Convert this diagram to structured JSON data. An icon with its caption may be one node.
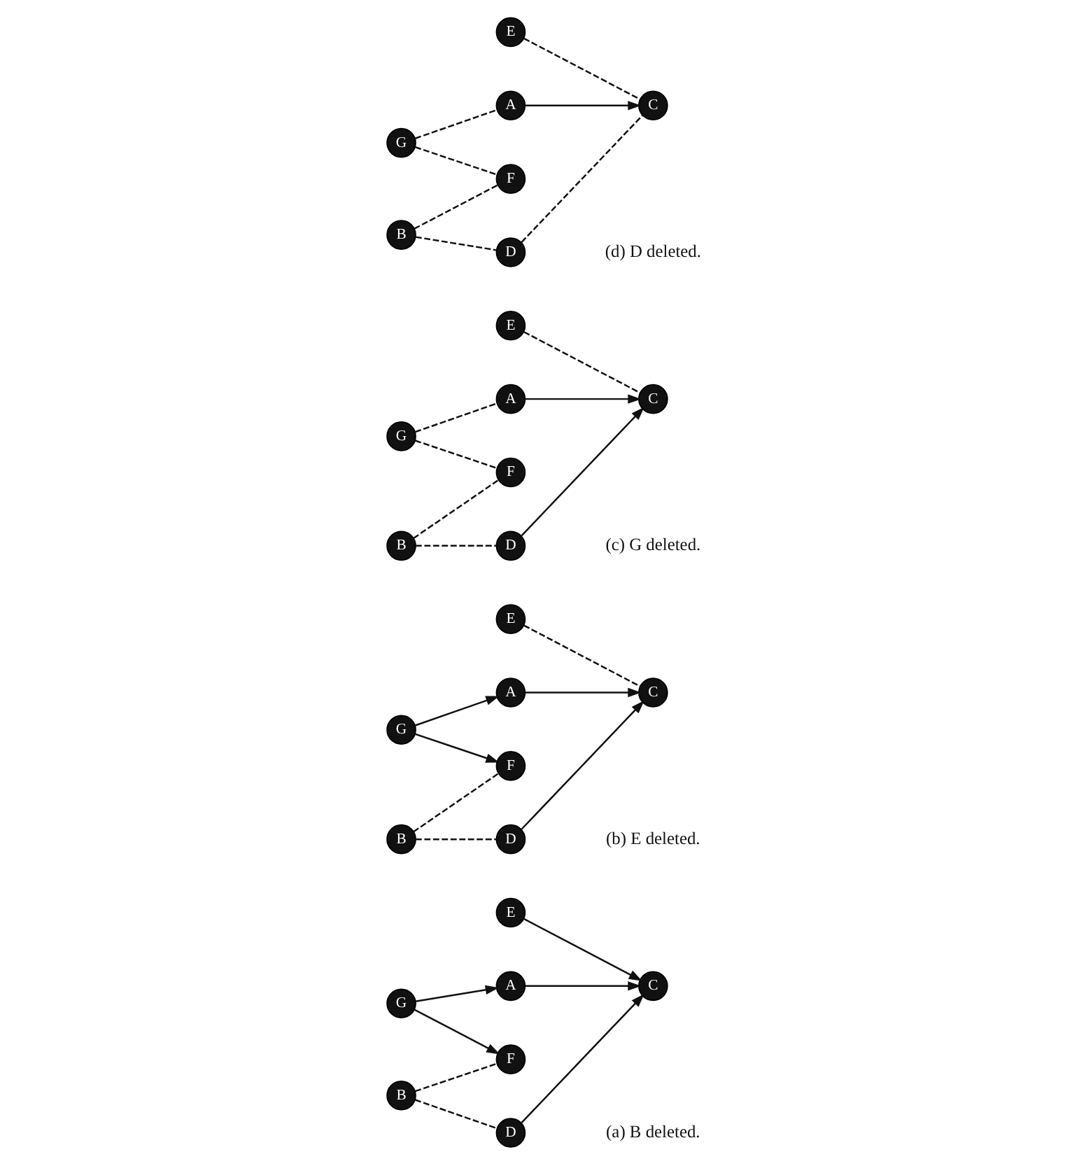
{
  "diagram": {
    "nodes": [
      {
        "text": [
          "A"
        ]
      },
      {
        "text": [
          "G"
        ]
      },
      {
        "text": [
          "F"
        ]
      },
      {
        "text": [
          "E"
        ]
      },
      {
        "text": [
          "C"
        ]
      },
      {
        "text": [
          "B"
        ]
      },
      {
        "text": [
          "D"
        ]
      },
      {
        "text": [
          "A"
        ]
      },
      {
        "text": [
          "G"
        ]
      },
      {
        "text": [
          "F"
        ]
      },
      {
        "text": [
          "E"
        ]
      },
      {
        "text": [
          "C"
        ]
      },
      {
        "text": [
          "B"
        ]
      },
      {
        "text": [
          "D"
        ]
      },
      {
        "text": [
          "A"
        ]
      },
      {
        "text": [
          "G"
        ]
      },
      {
        "text": [
          "F"
        ]
      },
      {
        "text": [
          "E"
        ]
      },
      {
        "text": [
          "C"
        ]
      },
      {
        "text": [
          "B"
        ]
      },
      {
        "text": [
          "D"
        ]
      },
      {
        "text": [
          "A"
        ]
      },
      {
        "text": [
          "G"
        ]
      },
      {
        "text": [
          "F"
        ]
      },
      {
        "text": [
          "E"
        ]
      },
      {
        "text": [
          "C"
        ]
      },
      {
        "text": [
          "B"
        ]
      },
      {
        "text": [
          "D"
        ]
      }
    ],
    "edges": [
      {
        "from": 1,
        "to": 0,
        "arrow": "to"
      },
      {
        "from": 0,
        "to": 4,
        "arrow": "to"
      },
      {
        "from": 1,
        "to": 2,
        "arrow": "to"
      },
      {
        "from": 3,
        "to": 4,
        "arrow": "to"
      },
      {
        "from": 5,
        "to": 2,
        "arrow": "none",
        "style": "dashed"
      },
      {
        "from": 5,
        "to": 6,
        "arrow": "none",
        "style": "dashed"
      },
      {
        "from": 6,
        "to": 4,
        "arrow": "to"
      },
      {
        "from": 8,
        "to": 7,
        "arrow": "to"
      },
      {
        "from": 7,
        "to": 11,
        "arrow": "to"
      },
      {
        "from": 8,
        "to": 9,
        "arrow": "to"
      },
      {
        "from": 10,
        "to": 11,
        "arrow": "none",
        "style": "dashed"
      },
      {
        "from": 12,
        "to": 9,
        "arrow": "none",
        "style": "dashed"
      },
      {
        "from": 12,
        "to": 13,
        "arrow": "none",
        "style": "dashed"
      },
      {
        "from": 13,
        "to": 11,
        "arrow": "to"
      },
      {
        "from": 15,
        "to": 14,
        "arrow": "none",
        "style": "dashed"
      },
      {
        "from": 14,
        "to": 18,
        "arrow": "to"
      },
      {
        "from": 15,
        "to": 16,
        "arrow": "none",
        "style": "dashed"
      },
      {
        "from": 17,
        "to": 18,
        "arrow": "none",
        "style": "dashed"
      },
      {
        "from": 19,
        "to": 16,
        "arrow": "none",
        "style": "dashed"
      },
      {
        "from": 19,
        "to": 20,
        "arrow": "none",
        "style": "dashed"
      },
      {
        "from": 20,
        "to": 18,
        "arrow": "to"
      },
      {
        "from": 22,
        "to": 21,
        "arrow": "none",
        "style": "dashed"
      },
      {
        "from": 21,
        "to": 25,
        "arrow": "to"
      },
      {
        "from": 22,
        "to": 23,
        "arrow": "none",
        "style": "dashed"
      },
      {
        "from": 24,
        "to": 25,
        "arrow": "none",
        "style": "dashed"
      },
      {
        "from": 26,
        "to": 23,
        "arrow": "none",
        "style": "dashed"
      },
      {
        "from": 26,
        "to": 27,
        "arrow": "none",
        "style": "dashed"
      },
      {
        "from": 27,
        "to": 25,
        "arrow": "none",
        "style": "dashed"
      }
    ],
    "labels": [
      "(a) B deleted.",
      "(b) E deleted.",
      "(c) G deleted.",
      "(d) D deleted."
    ]
  }
}
